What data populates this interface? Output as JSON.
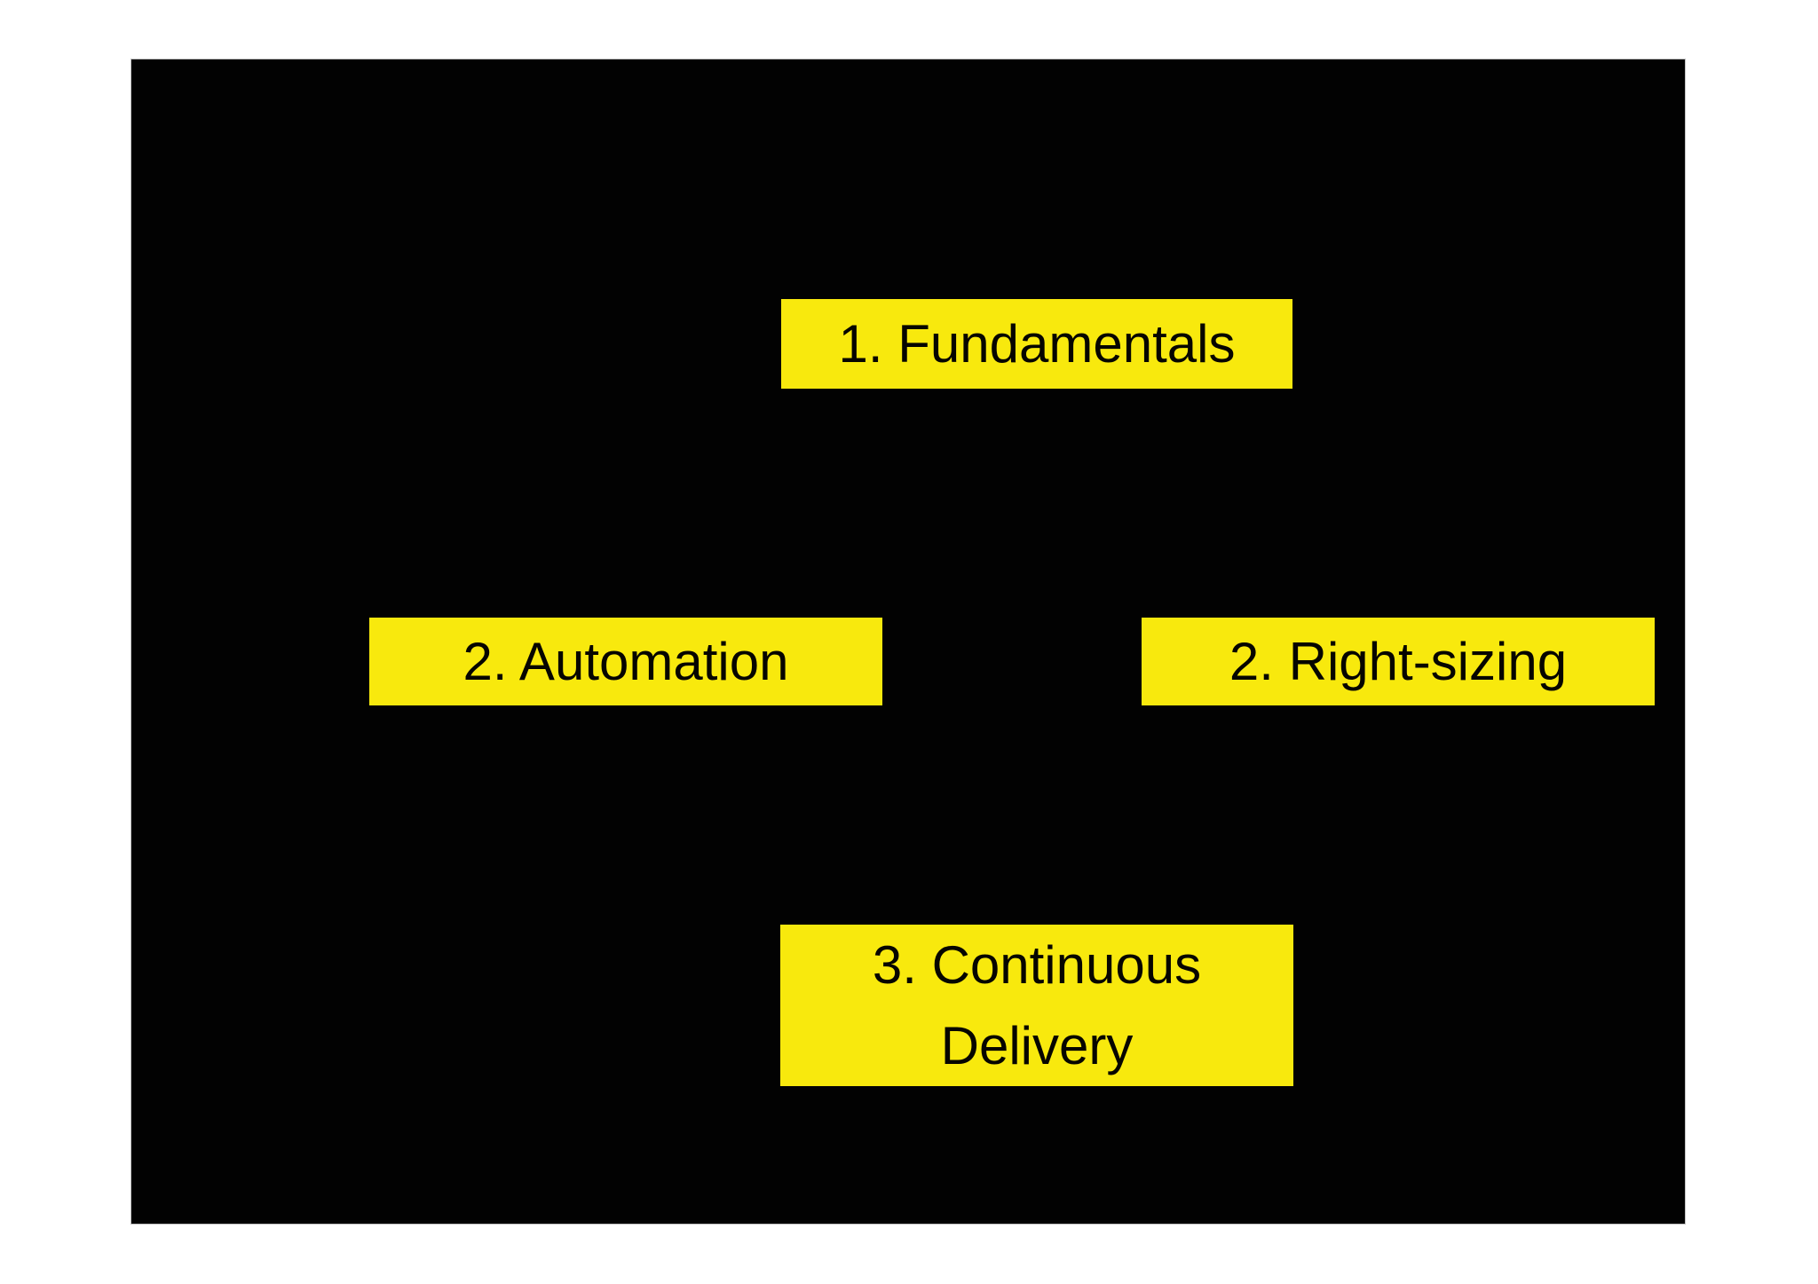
{
  "slide": {
    "nodes": [
      {
        "id": "fundamentals",
        "label": "1. Fundamentals"
      },
      {
        "id": "automation",
        "label": "2. Automation"
      },
      {
        "id": "right-sizing",
        "label": "2. Right-sizing"
      },
      {
        "id": "continuous-delivery",
        "label": "3. Continuous Delivery"
      }
    ]
  },
  "colors": {
    "page-bg": "#ffffff",
    "slide-bg": "#020202",
    "slide-border": "#c0c0c0",
    "node-bg": "#f8e90d",
    "node-text": "#060500"
  }
}
